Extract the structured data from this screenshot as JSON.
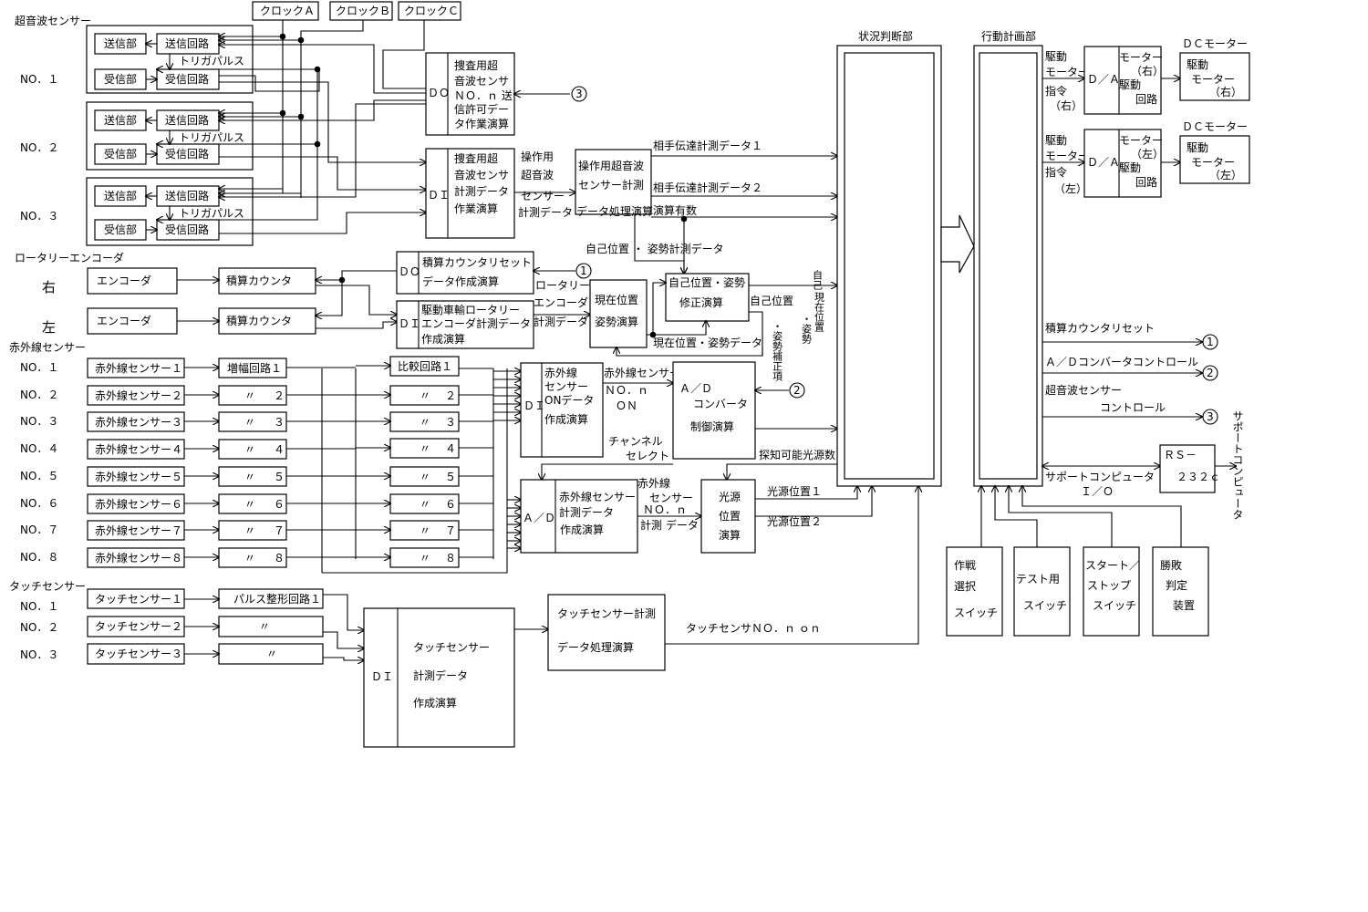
{
  "sections": {
    "ultrasonic": "超音波センサー",
    "rotary": "ロータリーエンコーダ",
    "infrared": "赤外線センサー",
    "touch": "タッチセンサー"
  },
  "numbers": [
    "NO．１",
    "NO．２",
    "NO．３",
    "NO．４",
    "NO．５",
    "NO．６",
    "NO．７",
    "NO．８"
  ],
  "clocks": [
    "クロックＡ",
    "クロックＢ",
    "クロックＣ"
  ],
  "ultrasonic": {
    "tx": "送信部",
    "tx_circuit": "送信回路",
    "rx": "受信部",
    "rx_circuit": "受信回路",
    "trigger": "トリガパルス"
  },
  "us_enable_block": {
    "port": "ＤＯ",
    "lines": [
      "捜査用超",
      "音波センサ",
      "ＮＯ．ｎ 送",
      "信許可デー",
      "タ作業演算"
    ]
  },
  "us_meas_block": {
    "port": "ＤＩ",
    "lines": [
      "捜査用超",
      "音波センサ",
      "計測データ",
      "作業演算"
    ]
  },
  "us_input_labels": [
    "操作用",
    "超音波",
    "センサー",
    "計測データ"
  ],
  "us_proc_block": {
    "lines": [
      "操作用超音波",
      "センサー計測",
      "データ処理演算"
    ]
  },
  "calc_count": "演算有数",
  "opp_data": [
    "相手伝達計測データ１",
    "相手伝達計測データ２"
  ],
  "self_pos_meas": "自己位置 ・ 姿勢計測データ",
  "encoder": {
    "right": "右",
    "left": "左",
    "enc": "エンコーダ",
    "counter": "積算カウンタ"
  },
  "enc_reset_block": {
    "port": "ＤＯ",
    "lines": [
      "積算カウンタリセット",
      "データ作成演算"
    ]
  },
  "enc_meas_block": {
    "port": "ＤＩ",
    "lines": [
      "駆動車輸ロータリー",
      "エンコーダ計測データ",
      "作成演算"
    ]
  },
  "rotary_labels": [
    "ロータリー",
    "エンコーダ",
    "計測データ"
  ],
  "cur_pos_block": {
    "lines": [
      "現在位置",
      "姿勢演算"
    ]
  },
  "correct_block": {
    "lines": [
      "自己位置・姿勢",
      "修正演算"
    ]
  },
  "cur_pos_data": "現在位置・姿勢データ",
  "self_pos_label": "自己位置",
  "correction_vertical": "・姿勢補正項",
  "current_vertical": "現在位置",
  "self_vertical": "自己",
  "pose_vertical": "・姿勢",
  "ir": {
    "sensors": [
      "赤外線センサー１",
      "赤外線センサー２",
      "赤外線センサー３",
      "赤外線センサー４",
      "赤外線センサー５",
      "赤外線センサー６",
      "赤外線センサー７",
      "赤外線センサー８"
    ],
    "amp_first": "増幅回路１",
    "compare_first": "比較回路１",
    "ditto": "〃",
    "nums": [
      "２",
      "３",
      "４",
      "５",
      "６",
      "７",
      "８"
    ]
  },
  "ir_on_block": {
    "port": "ＤＩ",
    "lines": [
      "赤外線",
      "センサー",
      "ONデータ",
      "作成演算"
    ]
  },
  "ir_on_label": [
    "赤外線センサー",
    "ＮＯ．ｎ",
    "ＯＮ"
  ],
  "adc_block": {
    "lines": [
      "Ａ／Ｄ",
      "コンバータ",
      "制御演算"
    ]
  },
  "channel_select": [
    "チャンネル",
    "セレクト"
  ],
  "ir_meas_block": {
    "port": "Ａ／Ｄ",
    "lines": [
      "赤外線センサー",
      "計測データ",
      "作成演算"
    ]
  },
  "ir_meas_label": [
    "赤外線",
    "センサー",
    "ＮＯ．ｎ",
    "計測 データ"
  ],
  "light_block": {
    "lines": [
      "光源",
      "位置",
      "演算"
    ]
  },
  "detectable": "探知可能光源数",
  "light_pos": [
    "光源位置１",
    "光源位置２"
  ],
  "touch": {
    "sensors": [
      "タッチセンサー１",
      "タッチセンサー２",
      "タッチセンサー３"
    ],
    "pulse": "パルス整形回路１",
    "ditto": "〃"
  },
  "touch_di_block": {
    "port": "ＤＩ",
    "lines": [
      "タッチセンサー",
      "計測データ",
      "作成演算"
    ]
  },
  "touch_proc_block": {
    "lines": [
      "タッチセンサー計測",
      "データ処理演算"
    ]
  },
  "touch_on": "タッチセンサＮＯ．ｎ ｏｎ",
  "situation": "状況判断部",
  "planning": "行動計画部",
  "dc_motor": "ＤＣモーター",
  "drive_cmd": {
    "right": [
      "駆動",
      "モーター",
      "指令",
      "（右）"
    ],
    "left": [
      "駆動",
      "モーター",
      "指令",
      "（左）"
    ]
  },
  "da": "Ｄ／Ａ",
  "drive_circuit": {
    "right": [
      "モーター",
      "（右）",
      "駆動",
      "回路"
    ],
    "left": [
      "モーター",
      "（左）",
      "駆動",
      "回路"
    ]
  },
  "motor": {
    "right": [
      "駆動",
      "モーター",
      "（右）"
    ],
    "left": [
      "駆動",
      "モーター",
      "（左）"
    ]
  },
  "out_signals": [
    "積算カウンタリセット",
    "Ａ／Ｄコンバータコントロール",
    "超音波センサー",
    "コントロール"
  ],
  "circle_nums": [
    "1",
    "2",
    "3"
  ],
  "support_io": [
    "サポートコンピュータ",
    "Ｉ／Ｏ"
  ],
  "rs232": [
    "ＲＳ－",
    "２３２ｃ"
  ],
  "support_pc": "サポートコンピュータ",
  "switches": [
    [
      "作戦",
      "選択",
      "スイッチ"
    ],
    [
      "テスト用",
      "スイッチ"
    ],
    [
      "スタート／",
      "ストップ",
      "スイッチ"
    ],
    [
      "勝敗",
      "判定",
      "装置"
    ]
  ]
}
